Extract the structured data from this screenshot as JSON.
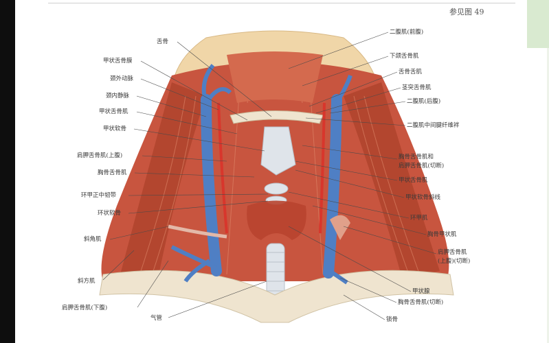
{
  "page_ref": "参见图 49",
  "labels_left": [
    {
      "id": "hyoid",
      "text": "舌骨"
    },
    {
      "id": "sup-thyroid-artery",
      "text": "甲状舌骨膜"
    },
    {
      "id": "ext-carotid",
      "text": "颈外动脉"
    },
    {
      "id": "int-jugular",
      "text": "颈内静脉"
    },
    {
      "id": "thyrohyoid",
      "text": "甲状舌骨肌"
    },
    {
      "id": "thyroid-cartilage",
      "text": "甲状软骨"
    },
    {
      "id": "omohyoid-sup",
      "text": "肩胛舌骨肌(上腹)"
    },
    {
      "id": "sternohyoid",
      "text": "胸骨舌骨肌"
    },
    {
      "id": "cricothyroid-lig",
      "text": "环甲正中韧带"
    },
    {
      "id": "cricoid",
      "text": "环状软骨"
    },
    {
      "id": "scalene",
      "text": "斜角肌"
    },
    {
      "id": "trapezius",
      "text": "斜方肌"
    },
    {
      "id": "omohyoid-inf",
      "text": "肩胛舌骨肌(下腹)"
    },
    {
      "id": "trachea",
      "text": "气管"
    }
  ],
  "labels_right": [
    {
      "id": "digastric-ant",
      "text": "二腹肌(前腹)"
    },
    {
      "id": "mylohyoid",
      "text": "下颌舌骨肌"
    },
    {
      "id": "hyoglossus",
      "text": "舌骨舌肌"
    },
    {
      "id": "stylohyoid",
      "text": "茎突舌骨肌"
    },
    {
      "id": "digastric-post",
      "text": "二腹肌(后腹)"
    },
    {
      "id": "digastric-tendon",
      "text": "二腹肌中间腱纤维袢"
    },
    {
      "id": "sternohyoid-cut-1",
      "text": "胸骨舌骨肌和"
    },
    {
      "id": "sternohyoid-cut-2",
      "text": "肩胛舌骨肌(切断)"
    },
    {
      "id": "thyrohyoid-r",
      "text": "甲状舌骨肌"
    },
    {
      "id": "oblique-line",
      "text": "甲状软骨斜线"
    },
    {
      "id": "cricothyroid",
      "text": "环甲肌"
    },
    {
      "id": "sternothyroid",
      "text": "胸骨甲状肌"
    },
    {
      "id": "omohyoid-cut-1",
      "text": "肩胛舌骨肌"
    },
    {
      "id": "omohyoid-cut-2",
      "text": "(上腹)(切断)"
    },
    {
      "id": "thyroid-gland",
      "text": "甲状腺"
    },
    {
      "id": "sternohyoid-cut",
      "text": "胸骨舌骨肌(切断)"
    },
    {
      "id": "clavicle",
      "text": "锁骨"
    }
  ],
  "colors": {
    "muscle": "#c8553f",
    "muscle_dark": "#9c3a2c",
    "muscle_light": "#e08a6c",
    "vein": "#4f7fc4",
    "artery": "#d8362c",
    "bone": "#efe4cf",
    "cartilage": "#dfe4ea",
    "jaw": "#f0d6a8"
  }
}
